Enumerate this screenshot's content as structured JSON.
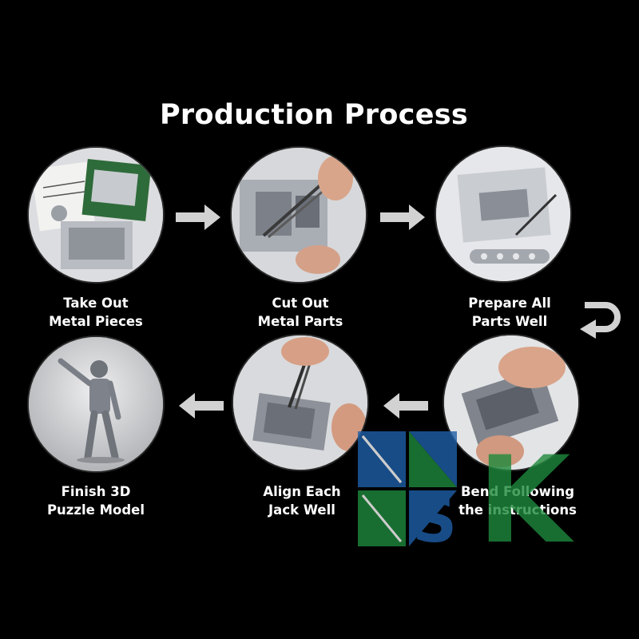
{
  "title": "Production Process",
  "steps": [
    {
      "line1": "Take Out",
      "line2": "Metal Pieces"
    },
    {
      "line1": "Cut Out",
      "line2": "Metal Parts"
    },
    {
      "line1": "Prepare All",
      "line2": "Parts Well"
    },
    {
      "line1": "Bend Following",
      "line2": "the instructions"
    },
    {
      "line1": "Align Each",
      "line2": "Jack Well"
    },
    {
      "line1": "Finish 3D",
      "line2": "Puzzle Model"
    }
  ],
  "watermark": {
    "letters": "SK"
  },
  "colors": {
    "background": "#000000",
    "text": "#ffffff",
    "arrow": "#d2d2d2",
    "watermark_blue": "#1f5fa8",
    "watermark_green": "#1f8a3c"
  },
  "icons": [
    "right-arrow-icon",
    "u-turn-arrow-icon",
    "left-arrow-icon"
  ]
}
